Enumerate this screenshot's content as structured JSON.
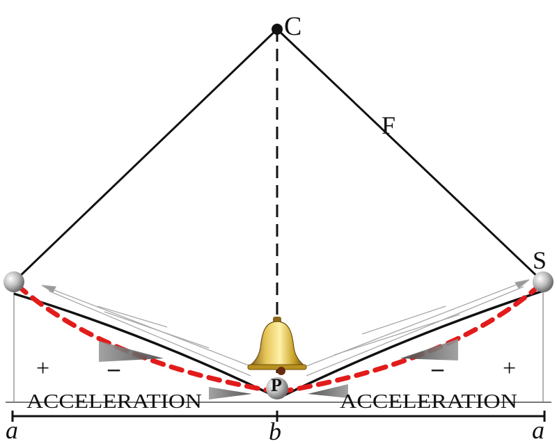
{
  "labels": {
    "pivot": "C",
    "string": "F",
    "start_point": "S",
    "bottom_point": "P",
    "left_end": "a",
    "center": "b",
    "right_end": "a",
    "left_plus": "+",
    "left_minus": "–",
    "right_minus": "–",
    "right_plus": "+",
    "left_acceleration": "ACCELERATION",
    "right_acceleration": "ACCELERATION"
  },
  "colors": {
    "line": "#111111",
    "dashed_path": "#e21b1b",
    "bell_gold": "#c9a227",
    "ball": "#bdbdbd"
  },
  "icons": {
    "bell": "bell-icon"
  }
}
